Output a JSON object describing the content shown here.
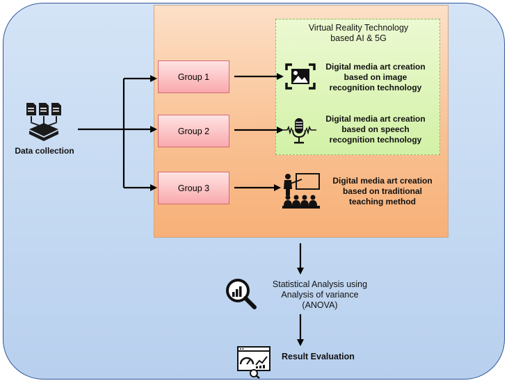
{
  "data_collection": {
    "label": "Data collection",
    "icon": "documents-to-tray-icon"
  },
  "vr_box": {
    "title_line1": "Virtual Reality Technology",
    "title_line2": "based AI & 5G"
  },
  "groups": [
    {
      "label": "Group 1"
    },
    {
      "label": "Group 2"
    },
    {
      "label": "Group 3"
    }
  ],
  "methods": [
    {
      "line1": "Digital media art creation",
      "line2": "based on image",
      "line3": "recognition technology",
      "icon": "image-scan-icon"
    },
    {
      "line1": "Digital media art creation",
      "line2": "based on speech",
      "line3": "recognition technology",
      "icon": "microphone-waveform-icon"
    },
    {
      "line1": "Digital media art creation",
      "line2": "based on traditional",
      "line3": "teaching method",
      "icon": "teacher-classroom-icon"
    }
  ],
  "analysis": {
    "line1": "Statistical Analysis using",
    "line2": "Analysis of variance",
    "line3": "(ANOVA)",
    "icon": "magnifier-chart-icon"
  },
  "result": {
    "label": "Result Evaluation",
    "icon": "dashboard-analytics-icon"
  },
  "colors": {
    "outer": "#c5d9f1",
    "peach": "#f9c193",
    "green": "#d2f1a6",
    "group": "#f9a9ad",
    "arrow": "#000000"
  }
}
